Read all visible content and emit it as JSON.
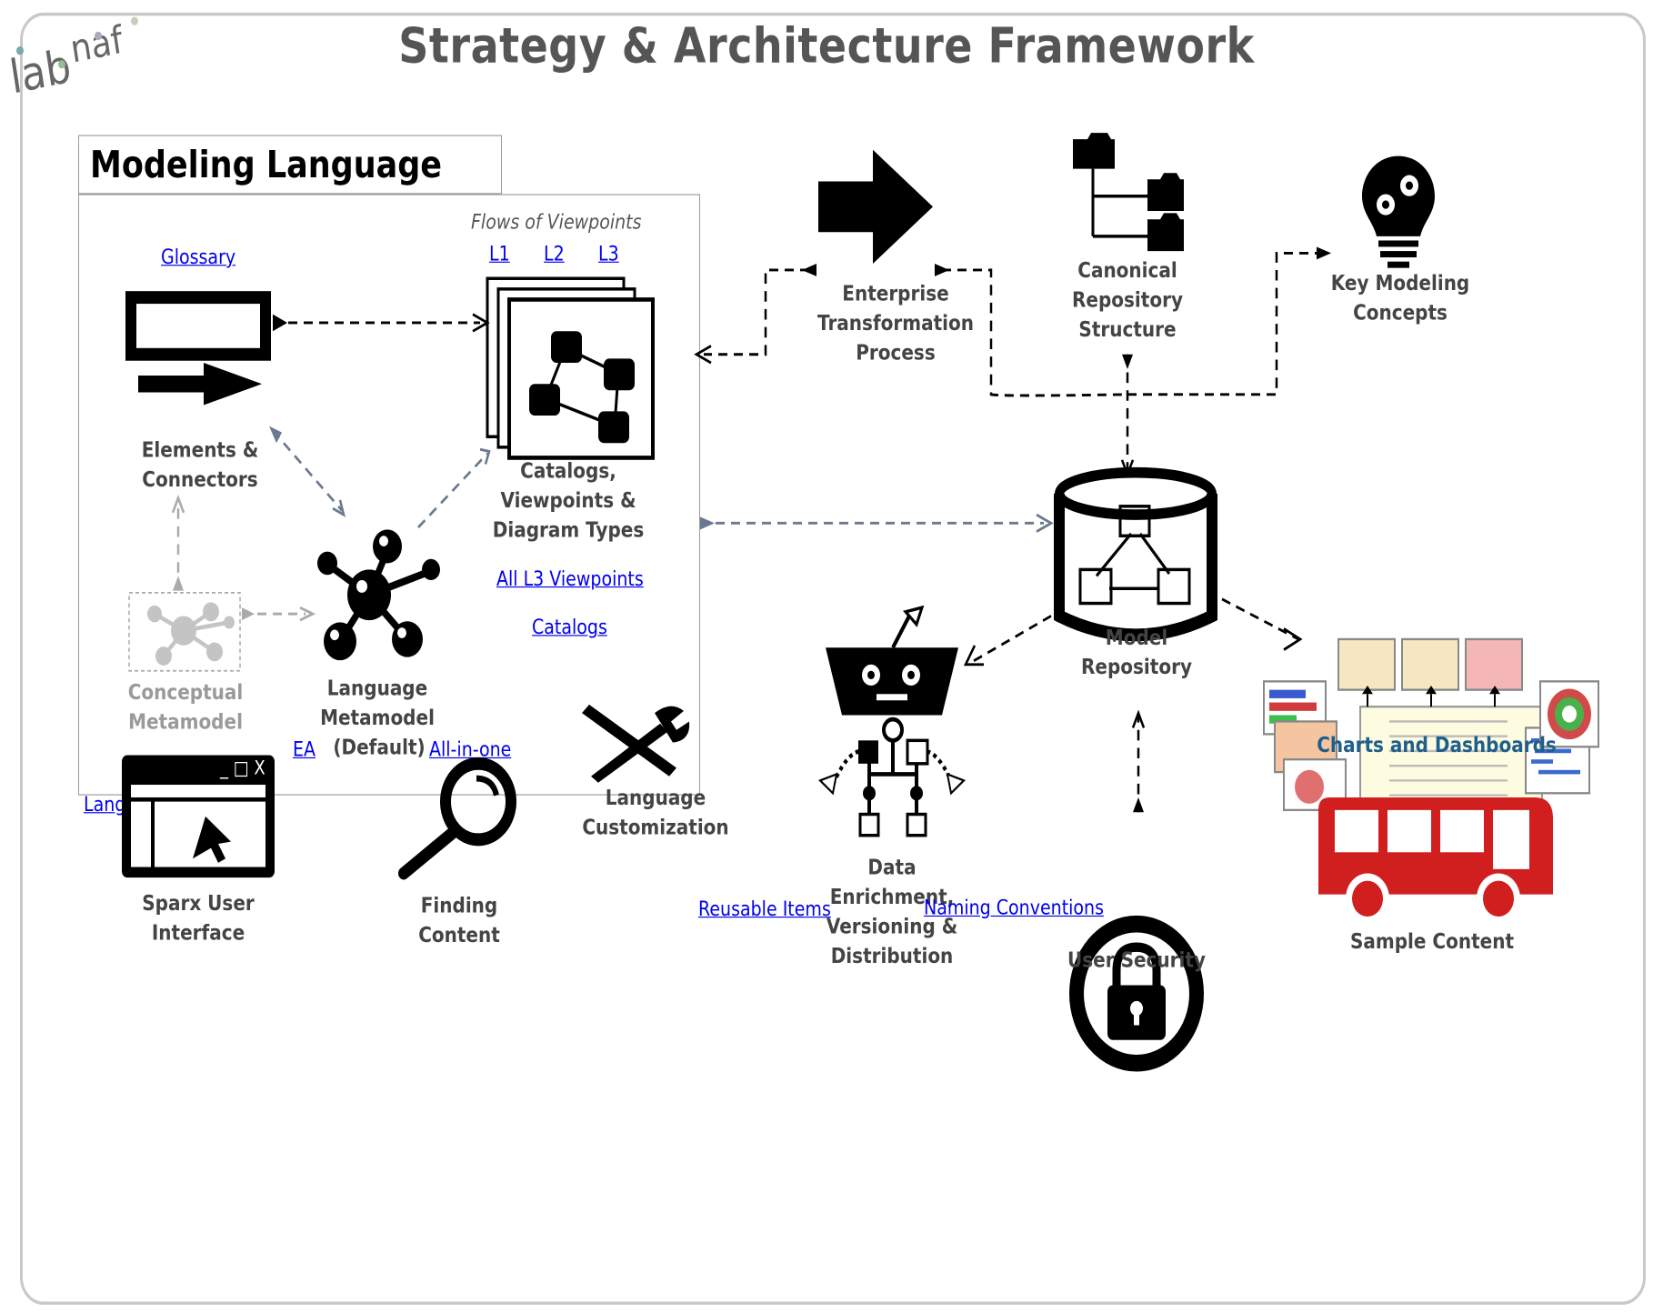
{
  "logo_text": "lab naf",
  "title": "Strategy & Architecture Framework",
  "modeling_language": {
    "heading": "Modeling Language",
    "flows_caption": "Flows of Viewpoints",
    "links": {
      "glossary": "Glossary",
      "l1": "L1",
      "l2": "L2",
      "l3": "L3",
      "all_l3": "All L3 Viewpoints",
      "catalogs": "Catalogs",
      "ea": "EA",
      "all_in_one": "All-in-one",
      "language_conception": "Language conception"
    },
    "elements_connectors": "Elements & Connectors",
    "catalogs_viewpoints": "Catalogs, Viewpoints & Diagram Types",
    "conceptual_metamodel": "Conceptual Metamodel",
    "language_metamodel": "Language Metamodel",
    "default_label": "(Default)"
  },
  "language_customization": "Language Customization",
  "enterprise_transformation": "Enterprise Transformation Process",
  "canonical_repository": "Canonical Repository Structure",
  "key_modeling_concepts": "Key Modeling Concepts",
  "model_repository": "Model Repository",
  "data_enrichment": "Data Enrichment, Versioning & Distribution",
  "user_security": "User Security",
  "charts_dashboards": "Charts and Dashboards",
  "sample_content": "Sample Content",
  "sparx_ui": "Sparx User Interface",
  "finding_content": "Finding Content",
  "reusable_items": "Reusable Items",
  "naming_conventions": "Naming Conventions",
  "colors": {
    "bus_red": "#d11f1f",
    "link_blue": "#0000ee",
    "charts_label": "#1f5f8b",
    "arrow_gray_blue": "#6a7890"
  },
  "icons": [
    "arrow-icon",
    "folder-tree-icon",
    "lightbulb-gears-icon",
    "database-icon",
    "robot-icon",
    "lock-icon",
    "dashboard-icon",
    "bus-icon",
    "window-cursor-icon",
    "magnifier-icon",
    "tools-icon",
    "molecule-icon"
  ]
}
